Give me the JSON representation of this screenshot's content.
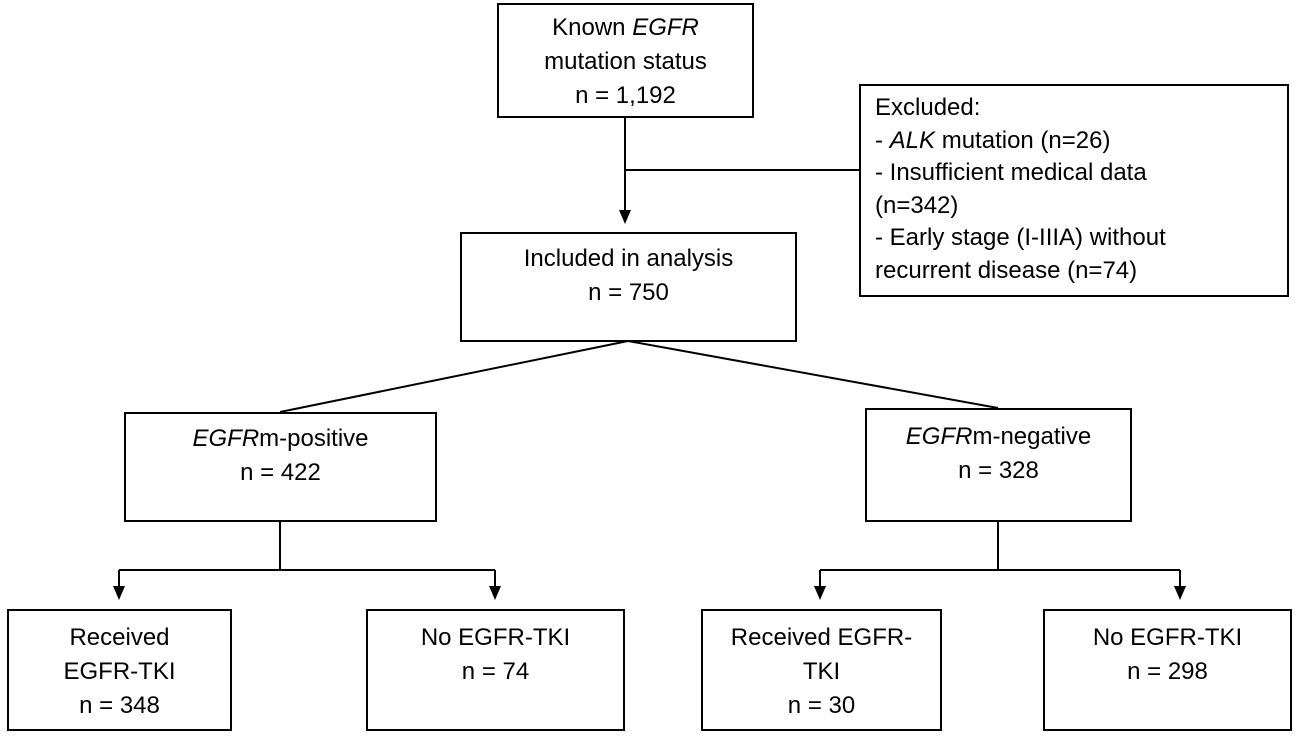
{
  "boxes": {
    "known": {
      "line1_prefix": "Known ",
      "line1_italic": "EGFR",
      "line2": "mutation status",
      "line3": "n = 1,192"
    },
    "excluded": {
      "title": "Excluded:",
      "item1_prefix": "- ",
      "item1_italic": "ALK",
      "item1_suffix": " mutation (n=26)",
      "item2a": "- Insufficient  medical data",
      "item2b": "(n=342)",
      "item3a": "- Early stage (I-IIIA)  without",
      "item3b": "recurrent disease (n=74)"
    },
    "included": {
      "line1": "Included  in analysis",
      "line2": "n = 750"
    },
    "egfr_positive": {
      "italic": "EGFR",
      "suffix": "m-positive",
      "count": "n = 422"
    },
    "egfr_negative": {
      "italic": "EGFR",
      "suffix": "m-negative",
      "count": "n = 328"
    },
    "pos_received": {
      "line1": "Received",
      "line2": "EGFR-TKI",
      "line3": "n = 348"
    },
    "pos_no": {
      "line1": "No EGFR-TKI",
      "line2": "n = 74"
    },
    "neg_received": {
      "line1": "Received EGFR-",
      "line2": "TKI",
      "line3": "n = 30"
    },
    "neg_no": {
      "line1": "No EGFR-TKI",
      "line2": "n = 298"
    }
  }
}
